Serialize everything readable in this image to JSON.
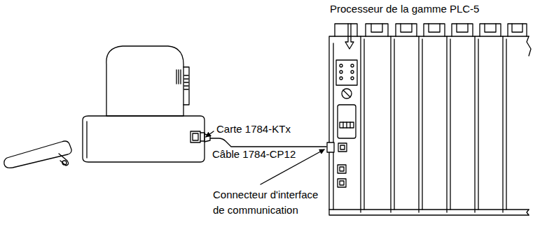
{
  "diagram": {
    "labels": [
      "Processeur de la gamme PLC-5",
      "Carte 1784-KTx",
      "Câble 1784-CP12",
      "Connecteur d'interface de communication"
    ]
  }
}
